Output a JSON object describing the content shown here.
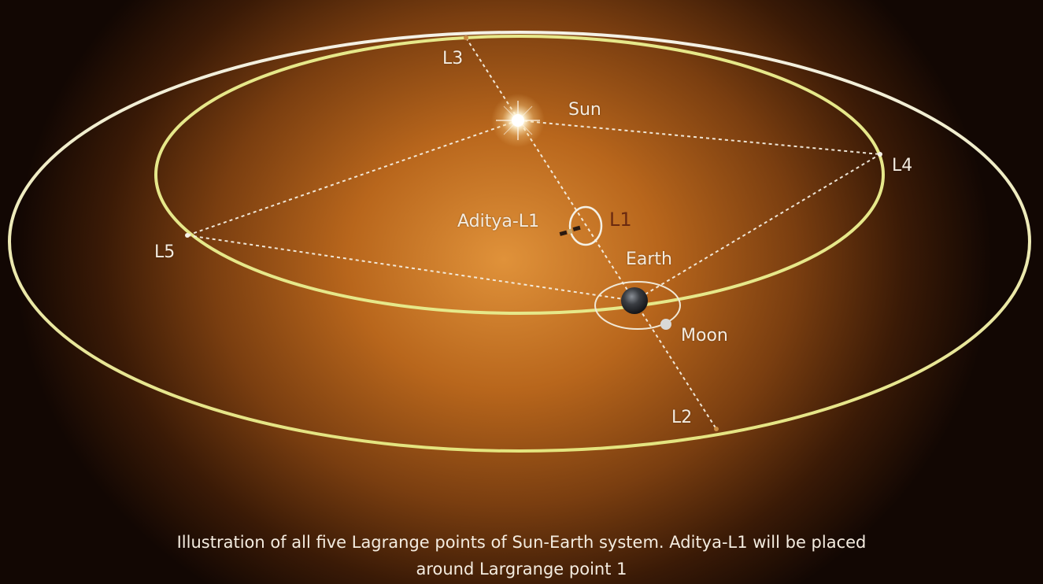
{
  "labels": {
    "l3": "L3",
    "sun": "Sun",
    "l4": "L4",
    "aditya": "Aditya-L1",
    "l1": "L1",
    "l5": "L5",
    "earth": "Earth",
    "moon": "Moon",
    "l2": "L2"
  },
  "caption": {
    "line1": "Illustration of all five Lagrange points of Sun-Earth system. Aditya-L1 will be placed",
    "line2": "around Largrange point 1"
  },
  "colors": {
    "orbit_yellow": "#e6e88a",
    "orbit_white": "#f2efe0",
    "dashed_line": "#f5efe2",
    "earth": "#2a2c30",
    "moon": "#d9d9d6",
    "l1_label": "#6a2a10"
  }
}
